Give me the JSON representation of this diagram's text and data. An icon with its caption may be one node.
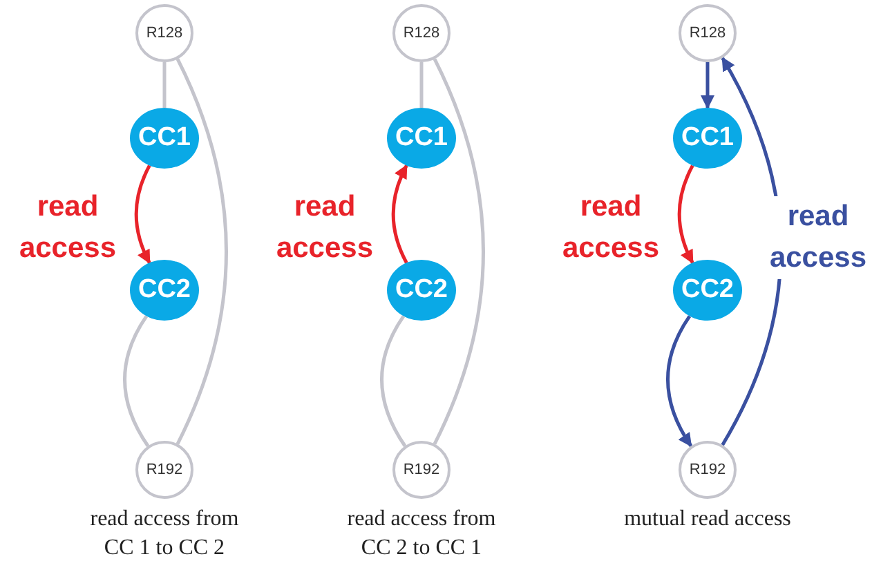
{
  "diagram": {
    "nodes": [
      {
        "text": [
          "R128"
        ]
      },
      {
        "text": [
          "CC1"
        ]
      },
      {
        "text": [
          "CC2"
        ]
      },
      {
        "text": [
          "R192"
        ]
      },
      {
        "text": [
          "R128"
        ]
      },
      {
        "text": [
          "CC1"
        ]
      },
      {
        "text": [
          "CC2"
        ]
      },
      {
        "text": [
          "R192"
        ]
      },
      {
        "text": [
          "R128"
        ]
      },
      {
        "text": [
          "CC1"
        ]
      },
      {
        "text": [
          "CC2"
        ]
      },
      {
        "text": [
          "R192"
        ]
      }
    ],
    "edges": [
      {
        "from": 0,
        "to": 1,
        "arrow": "none"
      },
      {
        "from": 1,
        "to": 2,
        "arrow": "to",
        "label": "read access",
        "color": "#e8232a"
      },
      {
        "from": 2,
        "to": 3,
        "arrow": "none"
      },
      {
        "from": 3,
        "to": 0,
        "arrow": "none"
      },
      {
        "from": 4,
        "to": 5,
        "arrow": "none"
      },
      {
        "from": 6,
        "to": 5,
        "arrow": "to",
        "label": "read access",
        "color": "#e8232a"
      },
      {
        "from": 6,
        "to": 7,
        "arrow": "none"
      },
      {
        "from": 7,
        "to": 4,
        "arrow": "none"
      },
      {
        "from": 8,
        "to": 9,
        "arrow": "to",
        "color": "#3a50a0"
      },
      {
        "from": 9,
        "to": 10,
        "arrow": "to",
        "label": "read access",
        "color": "#e8232a"
      },
      {
        "from": 10,
        "to": 11,
        "arrow": "to",
        "color": "#3a50a0"
      },
      {
        "from": 11,
        "to": 8,
        "arrow": "to",
        "label": "read access",
        "color": "#3a50a0"
      }
    ],
    "labels": [
      "read access from CC 1 to CC 2",
      "read access from CC 2 to CC 1",
      "mutual read access"
    ]
  }
}
